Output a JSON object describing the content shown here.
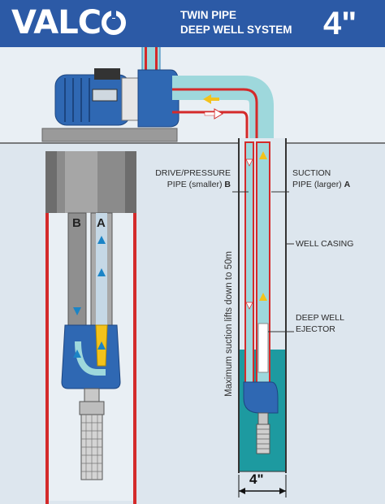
{
  "header": {
    "logo": "VALC",
    "title_line1": "TWIN PIPE",
    "title_line2": "DEEP WELL SYSTEM",
    "size": "4\""
  },
  "labels": {
    "drive_pipe_line1": "DRIVE/PRESSURE",
    "drive_pipe_line2": "PIPE (smaller)",
    "drive_pipe_letter": "B",
    "suction_pipe_line1": "SUCTION",
    "suction_pipe_line2": "PIPE (larger)",
    "suction_pipe_letter": "A",
    "well_casing": "WELL CASING",
    "ejector_line1": "DEEP WELL",
    "ejector_line2": "EJECTOR",
    "max_suction": "Maximum suction lifts down to 50m",
    "detail_pipe_b": "B",
    "detail_pipe_a": "A",
    "casing_diameter": "4\""
  },
  "colors": {
    "brand_blue": "#2c5aa6",
    "casing_red": "#d42a2a",
    "water": "#1d9aa0",
    "pipe_cyan": "#9ed8dc",
    "motor_blue": "#2f68b3"
  }
}
